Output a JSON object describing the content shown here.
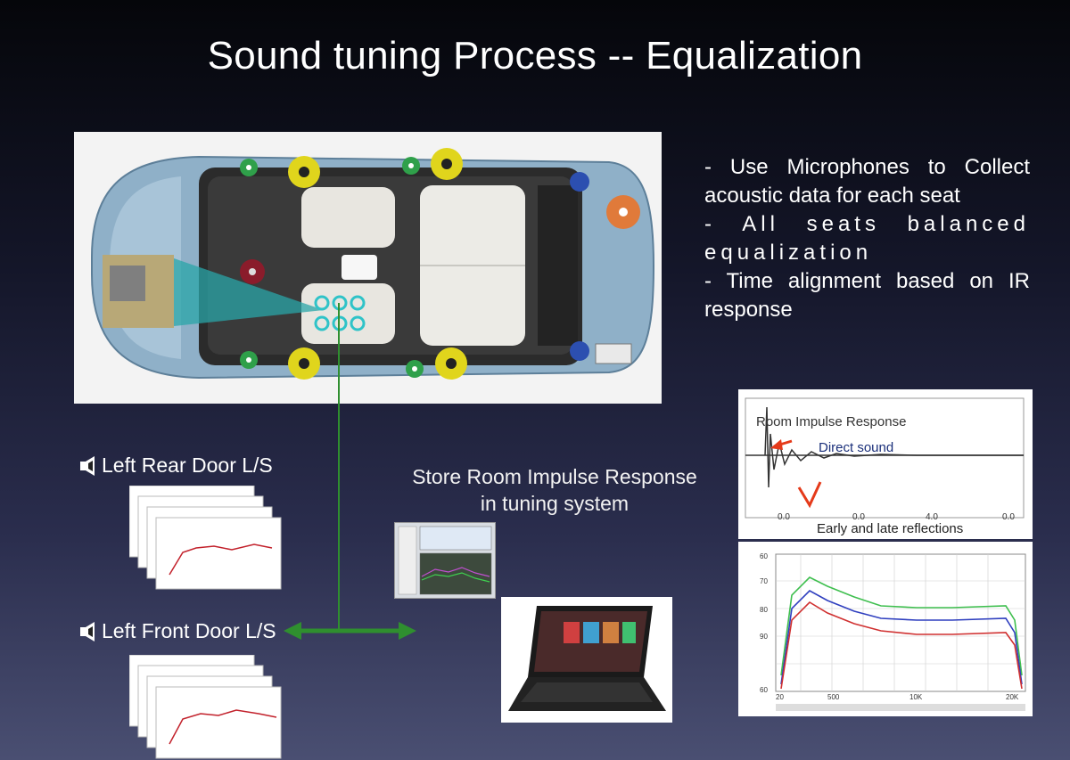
{
  "title": "Sound tuning Process -- Equalization",
  "bullets": [
    "- Use Microphones to Collect acoustic data  for each seat",
    "- All seats balanced equalization",
    "- Time alignment based on IR response"
  ],
  "labels": {
    "left_rear": "Left Rear Door L/S",
    "left_front": "Left Front Door L/S"
  },
  "store_text": {
    "line1": "Store Room Impulse Response",
    "line2": "in tuning system"
  },
  "ir_chart": {
    "title": "Room Impulse Response",
    "direct": "Direct sound",
    "reflections": "Early and late reflections",
    "ticks": [
      "0.0",
      "0.0",
      "4.0",
      "0.0"
    ]
  },
  "fr_chart": {
    "ticks_x": [
      "20",
      "500",
      "10K",
      "20K"
    ],
    "ticks_y": [
      "60",
      "70",
      "80",
      "90",
      "60"
    ]
  },
  "colors": {
    "arrow": "#2f8f2f",
    "speaker_yellow": "#e0d51c",
    "speaker_green": "#2fa04a",
    "tweeter_blue": "#2c4fb0",
    "sub_orange": "#e07a3a",
    "mic_cyan": "#2fc3c8"
  }
}
